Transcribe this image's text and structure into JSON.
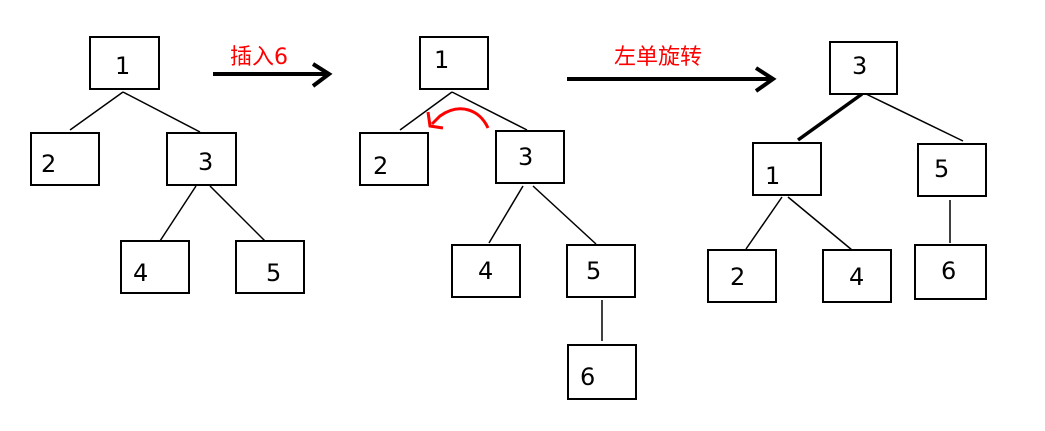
{
  "colors": {
    "stroke": "#000000",
    "accent": "#ff0000",
    "background": "#ffffff"
  },
  "steps": [
    {
      "label": "插入6",
      "label_color": "#ff0000"
    },
    {
      "label": "左单旋转",
      "label_color": "#ff0000"
    }
  ],
  "trees": [
    {
      "nodes": [
        "1",
        "2",
        "3",
        "4",
        "5"
      ],
      "edges": [
        [
          "1",
          "2"
        ],
        [
          "1",
          "3"
        ],
        [
          "3",
          "4"
        ],
        [
          "3",
          "5"
        ]
      ]
    },
    {
      "nodes": [
        "1",
        "2",
        "3",
        "4",
        "5",
        "6"
      ],
      "edges": [
        [
          "1",
          "2"
        ],
        [
          "1",
          "3"
        ],
        [
          "3",
          "4"
        ],
        [
          "3",
          "5"
        ],
        [
          "5",
          "6"
        ]
      ],
      "rotation_arrow": "curved-arrow-icon"
    },
    {
      "nodes": [
        "3",
        "1",
        "5",
        "2",
        "4",
        "6"
      ],
      "edges": [
        [
          "3",
          "1"
        ],
        [
          "3",
          "5"
        ],
        [
          "1",
          "2"
        ],
        [
          "1",
          "4"
        ],
        [
          "5",
          "6"
        ]
      ]
    }
  ]
}
